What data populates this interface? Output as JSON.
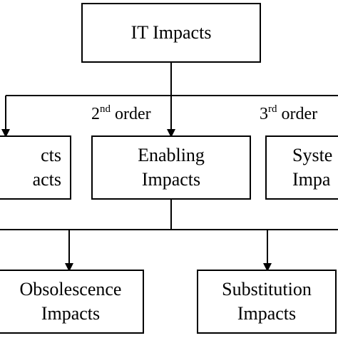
{
  "diagram": {
    "root": {
      "label": "IT Impacts"
    },
    "order_labels": {
      "second": {
        "number": "2",
        "suffix": "nd",
        "word": "order"
      },
      "third": {
        "number": "3",
        "suffix": "rd",
        "word": "order"
      }
    },
    "boxes": {
      "left_partial": {
        "line1": "cts",
        "line2": "acts"
      },
      "enabling": {
        "line1": "Enabling",
        "line2": "Impacts"
      },
      "systemic_partial": {
        "line1": "Syste",
        "line2": "Impa"
      },
      "obsolescence": {
        "line1": "Obsolescence",
        "line2": "Impacts"
      },
      "substitution": {
        "line1": "Substitution",
        "line2": "Impacts"
      }
    }
  }
}
